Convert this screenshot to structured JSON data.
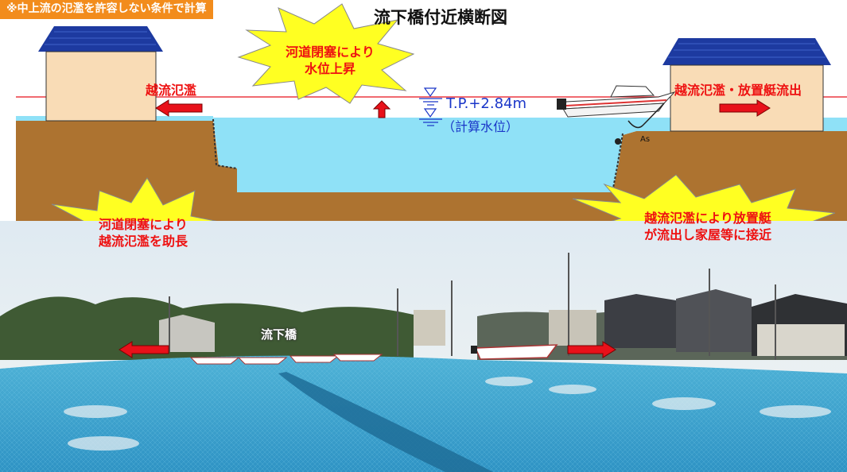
{
  "note": "※中上流の氾濫を許容しない条件で計算",
  "title": "流下橋付近横断図",
  "water_level": {
    "label": "T.P.+2.84m",
    "sublabel": "（計算水位）"
  },
  "labels": {
    "left_overflow": "越流氾濫",
    "right_overflow": "越流氾濫・放置艇流出",
    "as_mark": "As",
    "bridge": "流下橋"
  },
  "bursts": [
    {
      "line1": "河道閉塞により",
      "line2": "水位上昇"
    },
    {
      "line1": "河道閉塞により",
      "line2": "越流氾濫を助長"
    },
    {
      "line1": "越流氾濫により放置艇",
      "line2": "が流出し家屋等に接近"
    }
  ],
  "colors": {
    "note_bg": "#f28c1c",
    "burst_fill": "#ffff22",
    "arrow_red": "#e8111a",
    "water": "#8fe1f7",
    "ground": "#ad7330",
    "roof": "#1d3aa0",
    "wall": "#f9dcb6"
  }
}
